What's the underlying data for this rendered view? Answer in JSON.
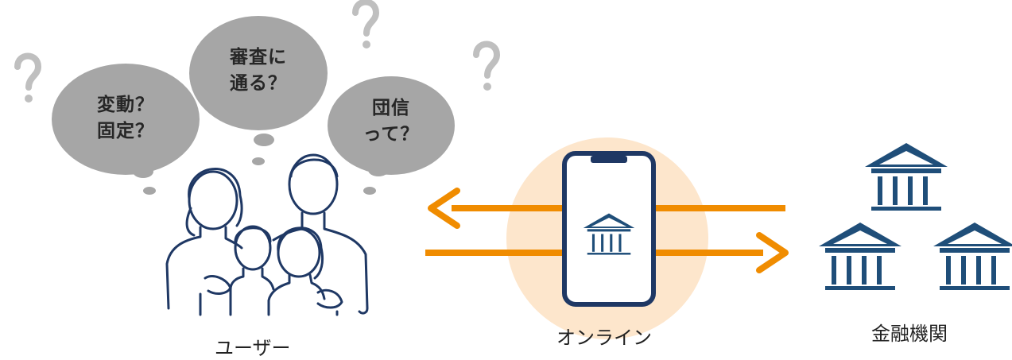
{
  "user_label": "ユーザー",
  "online_label": "オンライン",
  "institution_label": "金融機関",
  "bubbles": [
    {
      "line1": "変動？",
      "line2": "固定？"
    },
    {
      "line1": "審査に",
      "line2": "通る？"
    },
    {
      "line1": "団信",
      "line2": "って？"
    }
  ],
  "colors": {
    "bubble": "#a6a6a6",
    "question_mark": "#bfbfbf",
    "arrow": "#f08c00",
    "glow": "#fde6cc",
    "navy": "#1f3864",
    "bank": "#1f4e79"
  }
}
